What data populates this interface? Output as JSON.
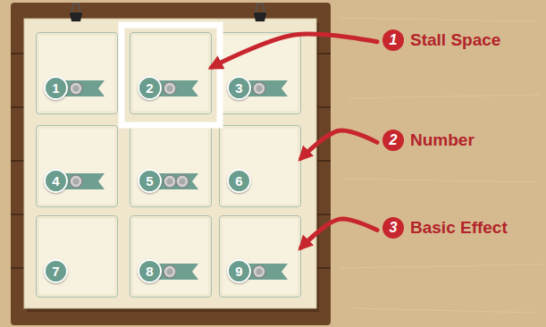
{
  "diagram": {
    "nodes": [
      {
        "text": [
          "1"
        ]
      },
      {
        "text": [
          "2"
        ]
      },
      {
        "text": [
          "3"
        ]
      },
      {
        "text": [
          "4"
        ]
      },
      {
        "text": [
          "5"
        ]
      },
      {
        "text": [
          "6"
        ]
      },
      {
        "text": [
          "7"
        ]
      },
      {
        "text": [
          "8"
        ]
      },
      {
        "text": [
          "9"
        ]
      },
      {
        "text": [
          "1",
          "Stall Space"
        ]
      },
      {
        "text": [
          "2",
          "Number"
        ]
      },
      {
        "text": [
          "3",
          "Basic Effect"
        ]
      }
    ],
    "edges": [
      {
        "from": 9,
        "to": 1,
        "arrow": "to"
      },
      {
        "from": 10,
        "to": 5,
        "arrow": "to"
      },
      {
        "from": 11,
        "to": 8,
        "arrow": "to"
      }
    ]
  }
}
